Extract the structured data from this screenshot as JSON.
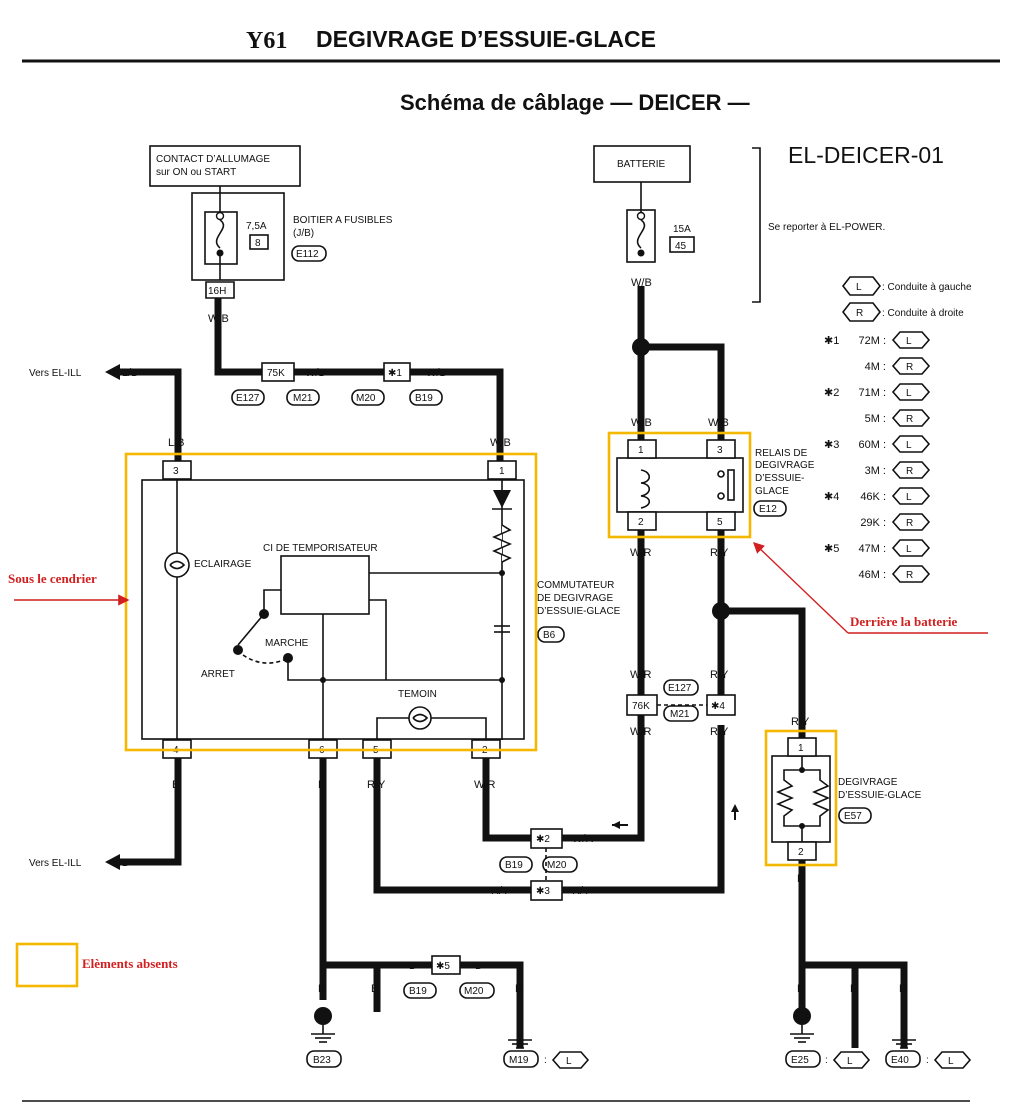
{
  "header": {
    "model": "Y61",
    "title": "DEGIVRAGE D’ESSUIE-GLACE"
  },
  "subtitle": "Schéma de câblage — DEICER —",
  "diagram_id": "EL-DEICER-01",
  "see_ref": "Se reporter à EL-POWER.",
  "ignition": {
    "line1": "CONTACT D’ALLUMAGE",
    "line2": "sur ON ou START"
  },
  "fuse_box": {
    "line1": "BOITIER A FUSIBLES",
    "line2": "(J/B)",
    "fuse_rating": "7,5A",
    "fuse_no": "8",
    "connector": "E112",
    "pin": "16H"
  },
  "battery": {
    "label": "BATTERIE",
    "fuse_rating": "15A",
    "fuse_no": "45"
  },
  "legend": {
    "l_symbol": "L",
    "l_text": ": Conduite à gauche",
    "r_symbol": "R",
    "r_text": ": Conduite à droite",
    "rows": [
      {
        "mark": "✱1",
        "code": "72M :",
        "side": "L"
      },
      {
        "mark": "",
        "code": "4M :",
        "side": "R"
      },
      {
        "mark": "✱2",
        "code": "71M :",
        "side": "L"
      },
      {
        "mark": "",
        "code": "5M :",
        "side": "R"
      },
      {
        "mark": "✱3",
        "code": "60M :",
        "side": "L"
      },
      {
        "mark": "",
        "code": "3M :",
        "side": "R"
      },
      {
        "mark": "✱4",
        "code": "46K :",
        "side": "L"
      },
      {
        "mark": "",
        "code": "29K :",
        "side": "R"
      },
      {
        "mark": "✱5",
        "code": "47M :",
        "side": "L"
      },
      {
        "mark": "",
        "code": "46M :",
        "side": "R"
      }
    ]
  },
  "wires": {
    "wb": "W/B",
    "lb": "L/B",
    "b": "B",
    "wr": "W/R",
    "ry": "R/Y"
  },
  "external": {
    "to_ill_top": "Vers EL-ILL",
    "to_ill_bottom": "Vers EL-ILL"
  },
  "connectors": {
    "c75k": "75K",
    "star1": "✱1",
    "e127": "E127",
    "m21": "M21",
    "m20": "M20",
    "b19": "B19",
    "c76k": "76K",
    "star4": "✱4",
    "star2": "✱2",
    "star3": "✱3",
    "star5": "✱5"
  },
  "switch": {
    "title1": "COMMUTATEUR",
    "title2": "DE DEGIVRAGE",
    "title3": "D’ESSUIE-GLACE",
    "connector": "B6",
    "eclairage": "ECLAIRAGE",
    "timer": "CI DE TEMPORISATEUR",
    "marche": "MARCHE",
    "arret": "ARRET",
    "temoin": "TEMOIN",
    "pin_top_left": "3",
    "pin_top_right": "1",
    "pin_b1": "4",
    "pin_b2": "6",
    "pin_b3": "5",
    "pin_b4": "2"
  },
  "relay": {
    "line1": "RELAIS DE",
    "line2": "DEGIVRAGE",
    "line3": "D’ESSUIE-",
    "line4": "GLACE",
    "connector": "E12",
    "p1": "1",
    "p2": "2",
    "p3": "3",
    "p5": "5"
  },
  "heater": {
    "line1": "DEGIVRAGE",
    "line2": "D’ESSUIE-GLACE",
    "connector": "E57",
    "p1": "1",
    "p2": "2"
  },
  "grounds": {
    "b23": "B23",
    "m19": "M19",
    "e25": "E25",
    "e40": "E40",
    "colon": ":",
    "side": "L"
  },
  "annotations": {
    "sous_cendrier": "Sous le cendrier",
    "derriere_batterie": "Derrière la batterie",
    "elements_absents": "Elèments absents"
  },
  "colors": {
    "annotation": "#d21f1f",
    "highlight": "#f5b800",
    "ink": "#111111"
  }
}
